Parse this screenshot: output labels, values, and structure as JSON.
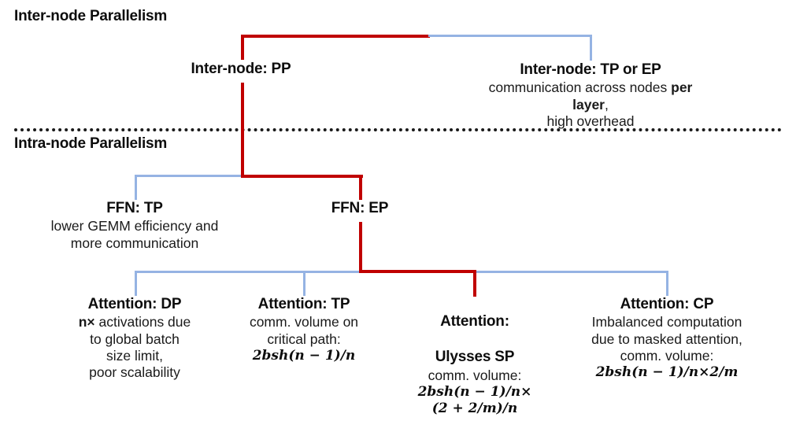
{
  "figure": {
    "type": "tree-diagram",
    "background": "#ffffff",
    "colors": {
      "highlight_path": "#c00000",
      "normal_branch": "#95b3e3",
      "text": "#0d0d0d",
      "divider": "#1a1a1a"
    }
  },
  "sections": {
    "inter_node": {
      "title": "Inter-node Parallelism"
    },
    "intra_node": {
      "title": "Intra-node Parallelism"
    }
  },
  "nodes": {
    "inter_pp": {
      "title": "Inter-node: PP",
      "desc": ""
    },
    "inter_tp_ep": {
      "title": "Inter-node: TP or EP",
      "desc_line1_a": "communication across nodes ",
      "desc_line1_b": "per layer",
      "desc_line1_c": ",",
      "desc_line2": "high overhead"
    },
    "ffn_tp": {
      "title": "FFN: TP",
      "desc_line1": "lower GEMM efficiency and",
      "desc_line2": "more communication"
    },
    "ffn_ep": {
      "title": "FFN: EP",
      "desc": ""
    },
    "attn_dp": {
      "title": "Attention: DP",
      "desc_line1_a": "n×",
      "desc_line1_b": " activations due",
      "desc_line2": "to global batch",
      "desc_line3": "size limit,",
      "desc_line4": "poor scalability"
    },
    "attn_tp": {
      "title": "Attention: TP",
      "desc_line1": "comm. volume on",
      "desc_line2": "critical path:",
      "formula": "2bsh(n − 1)/n"
    },
    "attn_ulysses": {
      "title_line1": "Attention:",
      "title_line2": "Ulysses SP",
      "desc_line1": "comm. volume:",
      "formula_line1": "2bsh(n − 1)/n×",
      "formula_line2": "(2 + 2/m)/n"
    },
    "attn_cp": {
      "title": "Attention: CP",
      "desc_line1": "Imbalanced computation",
      "desc_line2": "due to masked attention,",
      "desc_line3": "comm. volume:",
      "formula": "2bsh(n − 1)/n×2/m"
    }
  }
}
